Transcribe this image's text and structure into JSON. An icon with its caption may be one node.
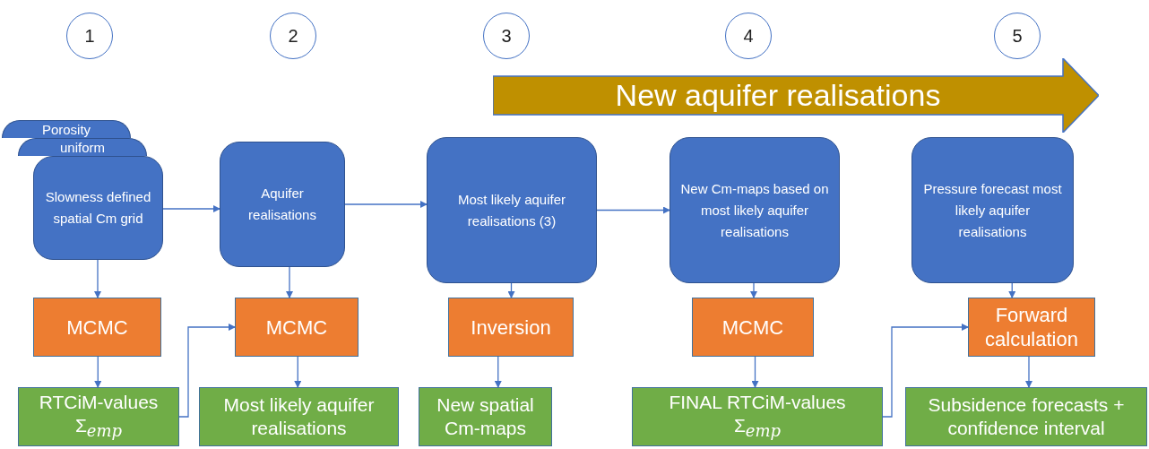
{
  "diagram": {
    "nodes": [
      {
        "text": [
          "1"
        ]
      },
      {
        "text": [
          "2"
        ]
      },
      {
        "text": [
          "3"
        ]
      },
      {
        "text": [
          "4"
        ]
      },
      {
        "text": [
          "5"
        ]
      },
      {
        "text": [
          "New aquifer realisations"
        ]
      },
      {
        "text": [
          "Porosity"
        ]
      },
      {
        "text": [
          "uniform"
        ]
      },
      {
        "text": [
          "Slowness defined spatial Cm grid"
        ]
      },
      {
        "text": [
          "Aquifer realisations"
        ]
      },
      {
        "text": [
          "Most likely aquifer realisations (3)"
        ]
      },
      {
        "text": [
          "New Cm-maps based on most likely aquifer realisations"
        ]
      },
      {
        "text": [
          "Pressure forecast most likely aquifer realisations"
        ]
      },
      {
        "text": [
          "MCMC"
        ]
      },
      {
        "text": [
          "MCMC"
        ]
      },
      {
        "text": [
          "Inversion"
        ]
      },
      {
        "text": [
          "MCMC"
        ]
      },
      {
        "text": [
          "Forward calculation"
        ]
      },
      {
        "text": [
          "RTCiM-values",
          "Σ$_{emp}$"
        ]
      },
      {
        "text": [
          "Most likely aquifer realisations"
        ]
      },
      {
        "text": [
          "New spatial Cm-maps"
        ]
      },
      {
        "text": [
          "FINAL RTCiM-values",
          "Σ$_{emp}$"
        ]
      },
      {
        "text": [
          "Subsidence forecasts + confidence interval"
        ]
      }
    ],
    "edges": [
      {
        "from": 8,
        "to": 9,
        "arrow": "to"
      },
      {
        "from": 9,
        "to": 10,
        "arrow": "to"
      },
      {
        "from": 10,
        "to": 11,
        "arrow": "to"
      },
      {
        "from": 8,
        "to": 13,
        "arrow": "to"
      },
      {
        "from": 13,
        "to": 18,
        "arrow": "to"
      },
      {
        "from": 9,
        "to": 14,
        "arrow": "to"
      },
      {
        "from": 14,
        "to": 19,
        "arrow": "to"
      },
      {
        "from": 10,
        "to": 15,
        "arrow": "to"
      },
      {
        "from": 15,
        "to": 20,
        "arrow": "to"
      },
      {
        "from": 11,
        "to": 16,
        "arrow": "to"
      },
      {
        "from": 16,
        "to": 21,
        "arrow": "to"
      },
      {
        "from": 12,
        "to": 17,
        "arrow": "to"
      },
      {
        "from": 17,
        "to": 22,
        "arrow": "to"
      },
      {
        "from": 18,
        "to": 14,
        "arrow": "to"
      },
      {
        "from": 21,
        "to": 17,
        "arrow": "to"
      }
    ]
  }
}
